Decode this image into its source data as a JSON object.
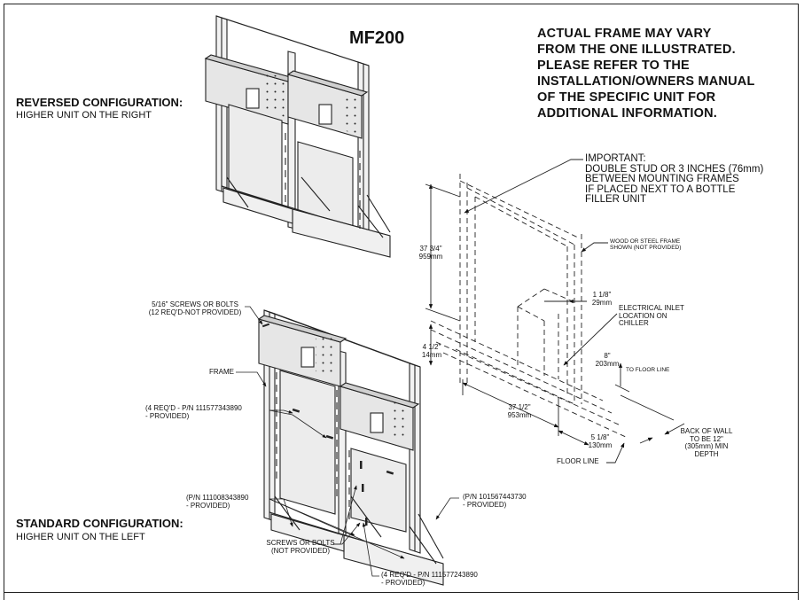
{
  "title": "MF200",
  "notice": "ACTUAL FRAME MAY VARY\nFROM THE ONE ILLUSTRATED.\nPLEASE REFER TO THE\nINSTALLATION/OWNERS MANUAL\nOF THE SPECIFIC UNIT FOR\nADDITIONAL INFORMATION.",
  "reversed": {
    "heading": "REVERSED CONFIGURATION:",
    "sub": "HIGHER UNIT ON THE RIGHT"
  },
  "standard": {
    "heading": "STANDARD CONFIGURATION:",
    "sub": "HIGHER UNIT ON THE LEFT"
  },
  "callouts": {
    "screws_top": "5/16\" SCREWS OR BOLTS\n(12 REQ'D-NOT PROVIDED)",
    "frame": "FRAME",
    "pn_890": "(4 REQ'D - P/N 111577343890\n- PROVIDED)",
    "pn_008": "(P/N 111008343890\n- PROVIDED)",
    "pn_730": "(P/N 101567443730\n- PROVIDED)",
    "screws_bottom": "SCREWS OR BOLTS\n(NOT PROVIDED)",
    "pn_243": "(4 REQ'D - P/N 111577243890\n- PROVIDED)"
  },
  "dimensions": {
    "important": "IMPORTANT:\nDOUBLE STUD OR 3 INCHES (76mm)\nBETWEEN MOUNTING FRAMES\nIF PLACED NEXT TO A BOTTLE\nFILLER UNIT",
    "wood_steel": "WOOD OR STEEL FRAME\nSHOWN (NOT PROVIDED)",
    "h_37_34": "37 3/4\"\n959mm",
    "d_1_18": "1 1/8\"\n29mm",
    "elec_inlet": "ELECTRICAL INLET\nLOCATION ON\nCHILLER",
    "d_4_12": "4 1/2\"\n14mm",
    "d_8": "8\"\n203mm",
    "to_floor": "TO FLOOR LINE",
    "w_37_12": "37 1/2\"\n953mm",
    "d_5_18": "5 1/8\"\n130mm",
    "back_wall": "BACK OF WALL\nTO BE 12\"\n(305mm) MIN\nDEPTH",
    "floor_line": "FLOOR LINE"
  }
}
